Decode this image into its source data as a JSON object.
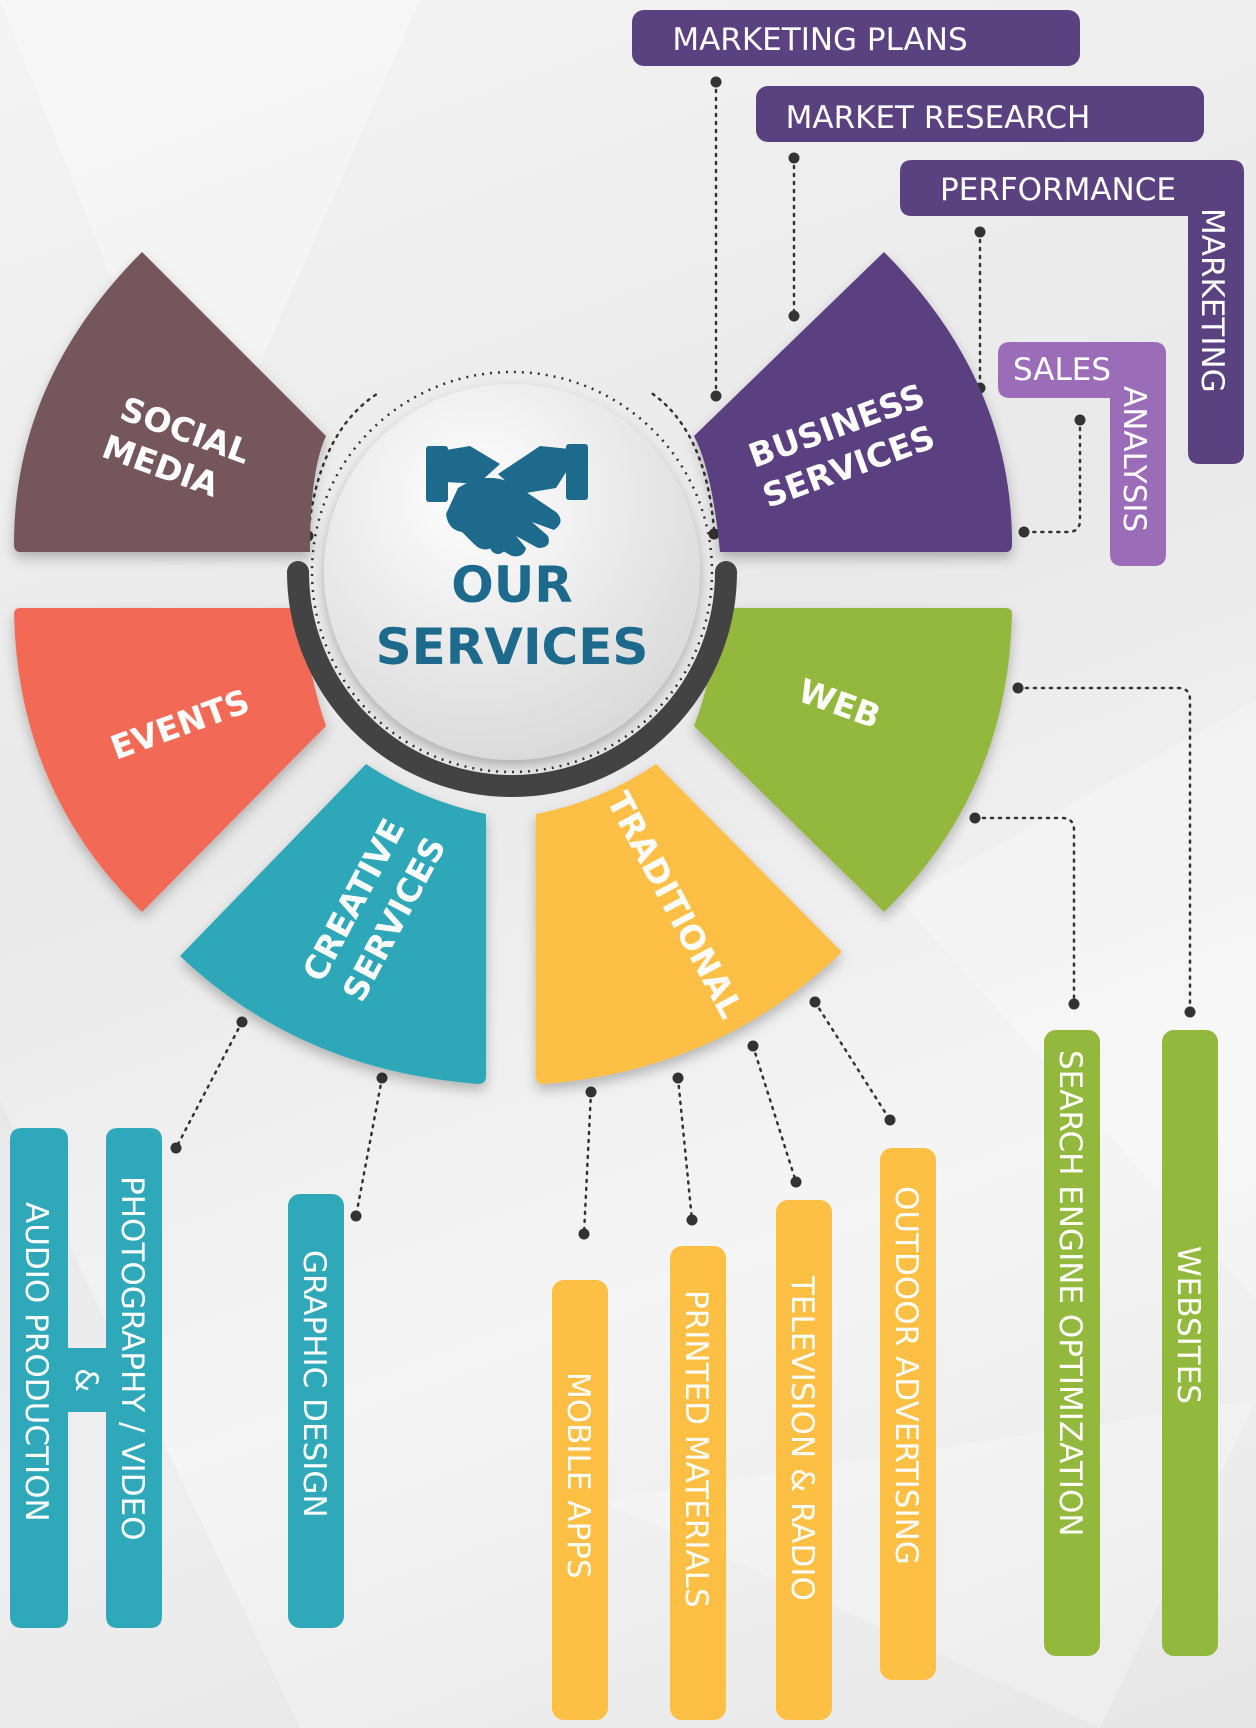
{
  "hub": {
    "title_line1": "OUR",
    "title_line2": "SERVICES",
    "icon": "handshake-icon"
  },
  "colors": {
    "social": "#74565c",
    "events": "#f26b54",
    "creative": "#2fa8b9",
    "traditional": "#fdbf44",
    "web": "#93b83e",
    "business": "#5a4180",
    "business_light": "#9b6cb8",
    "hub_text": "#1d6a8c",
    "ring": "#434343"
  },
  "segments": {
    "social": {
      "line1": "SOCIAL",
      "line2": "MEDIA"
    },
    "business": {
      "line1": "BUSINESS",
      "line2": "SERVICES"
    },
    "events": {
      "line1": "EVENTS"
    },
    "web": {
      "line1": "WEB"
    },
    "creative": {
      "line1": "CREATIVE",
      "line2": "SERVICES"
    },
    "traditional": {
      "line1": "TRADITIONAL"
    }
  },
  "business_items": {
    "marketing_plans": "MARKETING PLANS",
    "market_research": "MARKET RESEARCH",
    "performance": "PERFORMANCE",
    "marketing": "MARKETING",
    "sales": "SALES",
    "analysis": "ANALYSIS"
  },
  "creative_items": {
    "audio_production": "AUDIO PRODUCTION",
    "photography_video": "PHOTOGRAPHY / VIDEO",
    "ampersand": "&",
    "graphic_design": "GRAPHIC DESIGN"
  },
  "traditional_items": {
    "mobile_apps": "MOBILE APPS",
    "printed_materials": "PRINTED MATERIALS",
    "television_radio": "TELEVISION & RADIO",
    "outdoor_advertising": "OUTDOOR ADVERTISING"
  },
  "web_items": {
    "seo": "SEARCH ENGINE OPTIMIZATION",
    "websites": "WEBSITES"
  }
}
